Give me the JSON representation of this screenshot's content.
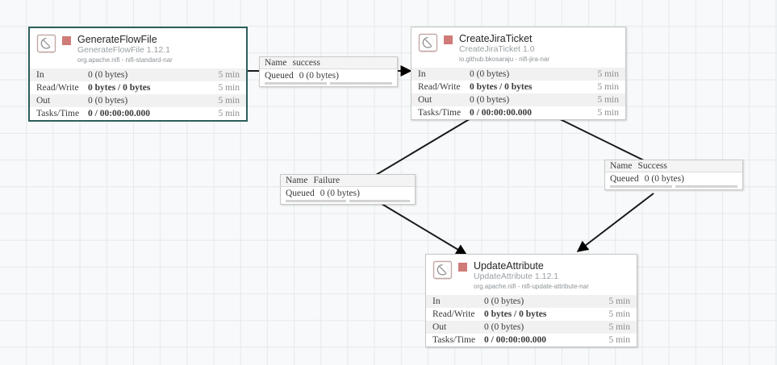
{
  "canvas": {
    "label": "nifi-flow-canvas",
    "background_color": "#f7f9fa",
    "grid_color": "#e4eaec",
    "selection_color": "#2c5e5b",
    "run_status_color": "#cf7b78",
    "edge_color": "#000000"
  },
  "stat_labels": {
    "in": "In",
    "read_write": "Read/Write",
    "out": "Out",
    "tasks_time": "Tasks/Time"
  },
  "connection_labels": {
    "name_key": "Name",
    "queued_key": "Queued"
  },
  "processors": [
    {
      "id": "generateflowfile",
      "title": "GenerateFlowFile",
      "type": "GenerateFlowFile 1.12.1",
      "bundle": "org.apache.nifi - nifi-standard-nar",
      "selected": true,
      "stats": {
        "in_value": "0 (0 bytes)",
        "in_time": "5 min",
        "read_write_value": "0 bytes / 0 bytes",
        "read_write_time": "5 min",
        "out_value": "0 (0 bytes)",
        "out_time": "5 min",
        "tasks_time_value": "0 / 00:00:00.000",
        "tasks_time_time": "5 min"
      }
    },
    {
      "id": "createjiraticket",
      "title": "CreateJiraTicket",
      "type": "CreateJiraTicket 1.0",
      "bundle": "io.github.bkosaraju - nifi-jira-nar",
      "selected": false,
      "stats": {
        "in_value": "0 (0 bytes)",
        "in_time": "5 min",
        "read_write_value": "0 bytes / 0 bytes",
        "read_write_time": "5 min",
        "out_value": "0 (0 bytes)",
        "out_time": "5 min",
        "tasks_time_value": "0 / 00:00:00.000",
        "tasks_time_time": "5 min"
      }
    },
    {
      "id": "updateattribute",
      "title": "UpdateAttribute",
      "type": "UpdateAttribute 1.12.1",
      "bundle": "org.apache.nifi - nifi-update-attribute-nar",
      "selected": false,
      "stats": {
        "in_value": "0 (0 bytes)",
        "in_time": "5 min",
        "read_write_value": "0 bytes / 0 bytes",
        "read_write_time": "5 min",
        "out_value": "0 (0 bytes)",
        "out_time": "5 min",
        "tasks_time_value": "0 / 00:00:00.000",
        "tasks_time_time": "5 min"
      }
    }
  ],
  "connections": [
    {
      "id": "success-1",
      "name": "success",
      "queued": "0 (0 bytes)",
      "from": "GenerateFlowFile",
      "to": "CreateJiraTicket"
    },
    {
      "id": "failure",
      "name": "Failure",
      "queued": "0 (0 bytes)",
      "from": "CreateJiraTicket",
      "to": "UpdateAttribute"
    },
    {
      "id": "success-2",
      "name": "Success",
      "queued": "0 (0 bytes)",
      "from": "CreateJiraTicket",
      "to": "UpdateAttribute"
    }
  ]
}
